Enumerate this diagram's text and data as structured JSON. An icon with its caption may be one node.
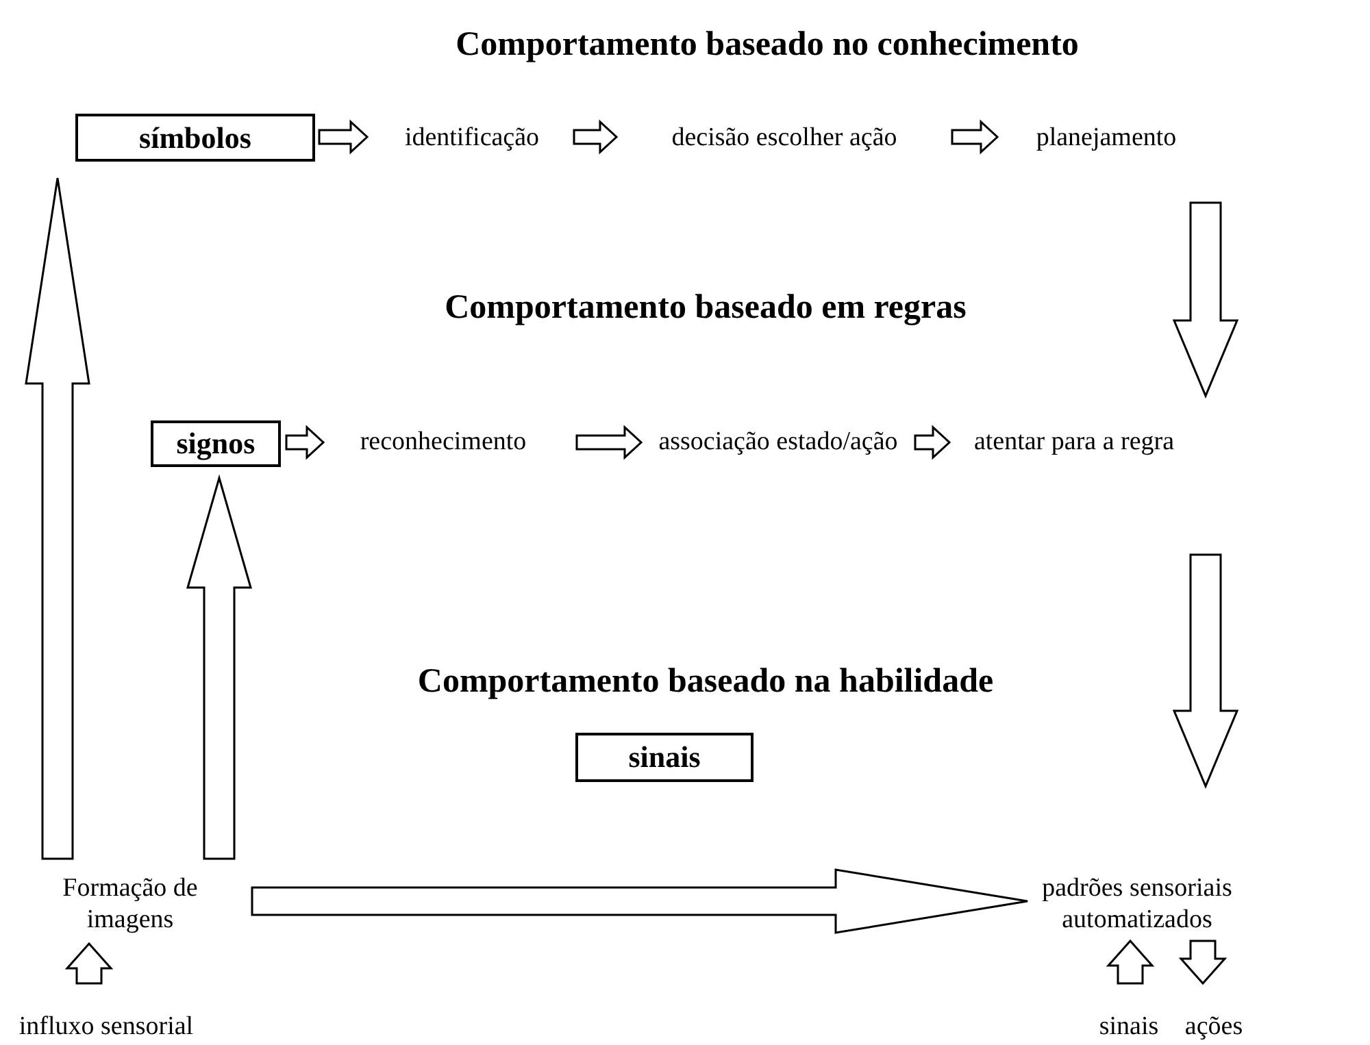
{
  "diagram": {
    "nodes": [
      {
        "text": [
          "símbolos"
        ]
      },
      {
        "text": [
          "identificação"
        ]
      },
      {
        "text": [
          "decisão escolher ação"
        ]
      },
      {
        "text": [
          "planejamento"
        ]
      },
      {
        "text": [
          "signos"
        ]
      },
      {
        "text": [
          "reconhecimento"
        ]
      },
      {
        "text": [
          "associação estado/ação"
        ]
      },
      {
        "text": [
          "atentar para a regra"
        ]
      },
      {
        "text": [
          "sinais"
        ]
      },
      {
        "text": [
          "Formação de imagens"
        ]
      },
      {
        "text": [
          "padrões sensoriais automatizados"
        ]
      },
      {
        "text": [
          "influxo sensorial"
        ]
      },
      {
        "text": [
          "sinais"
        ]
      },
      {
        "text": [
          "ações"
        ]
      }
    ],
    "edges": [
      {
        "from": 0,
        "to": 1,
        "arrow": "to"
      },
      {
        "from": 1,
        "to": 2,
        "arrow": "to"
      },
      {
        "from": 2,
        "to": 3,
        "arrow": "to"
      },
      {
        "from": 3,
        "to": 7,
        "arrow": "to"
      },
      {
        "from": 4,
        "to": 5,
        "arrow": "to"
      },
      {
        "from": 5,
        "to": 6,
        "arrow": "to"
      },
      {
        "from": 6,
        "to": 7,
        "arrow": "to"
      },
      {
        "from": 7,
        "to": 10,
        "arrow": "to"
      },
      {
        "from": 9,
        "to": 0,
        "arrow": "to"
      },
      {
        "from": 9,
        "to": 4,
        "arrow": "to"
      },
      {
        "from": 9,
        "to": 10,
        "arrow": "to"
      },
      {
        "from": 11,
        "to": 9,
        "arrow": "to"
      },
      {
        "from": 12,
        "to": 10,
        "arrow": "to"
      },
      {
        "from": 10,
        "to": 13,
        "arrow": "to"
      }
    ],
    "labels": [
      "Comportamento baseado no conhecimento",
      "Comportamento baseado em regras",
      "Comportamento baseado na habilidade"
    ]
  }
}
